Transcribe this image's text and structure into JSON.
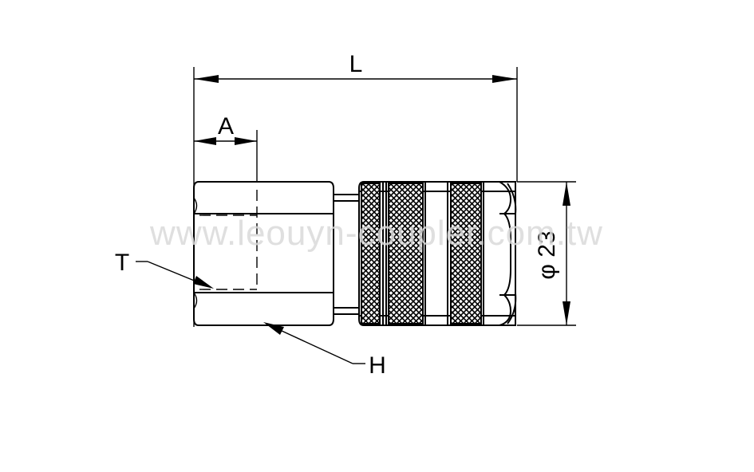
{
  "diagram": {
    "dimension_labels": {
      "length": "L",
      "thread_depth": "A",
      "thread": "T",
      "hex": "H",
      "diameter": "φ 23"
    },
    "watermark": "www.leouyn-coupler.com.tw"
  }
}
